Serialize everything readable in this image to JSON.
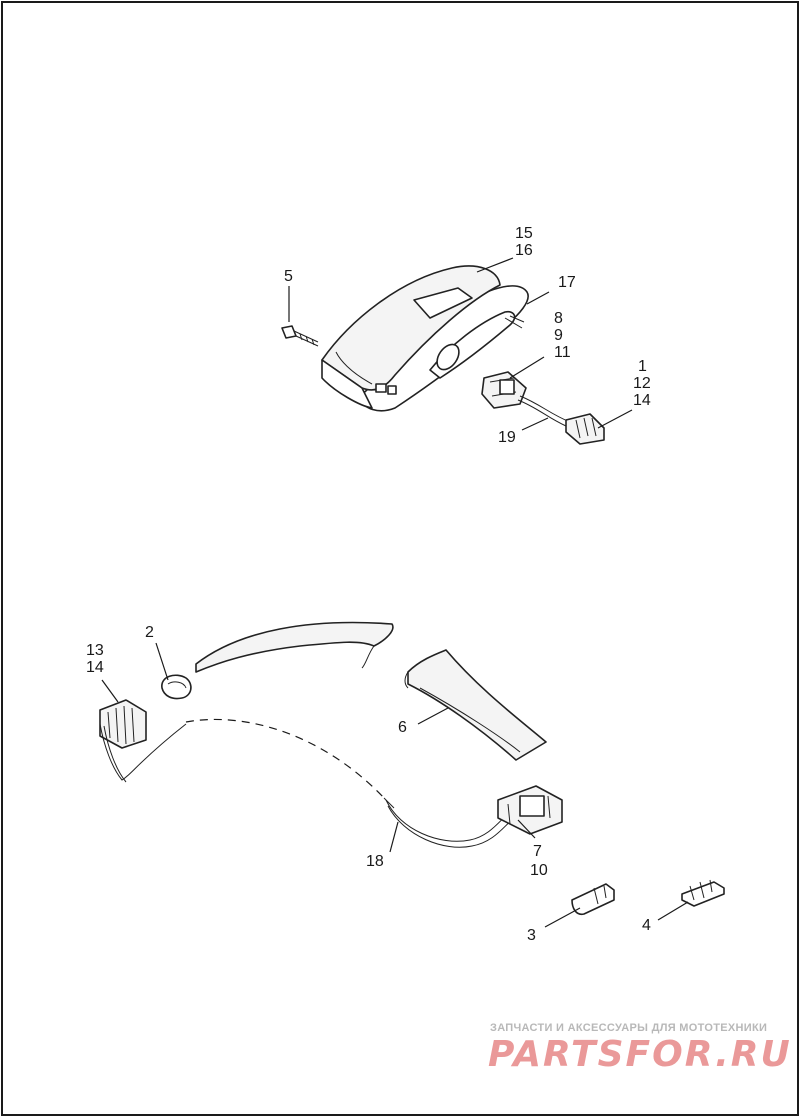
{
  "diagram": {
    "callouts": {
      "c15": "15",
      "c16": "16",
      "c5": "5",
      "c17": "17",
      "c8": "8",
      "c9": "9",
      "c11": "11",
      "c1": "1",
      "c12": "12",
      "c14a": "14",
      "c19": "19",
      "c2": "2",
      "c13": "13",
      "c14b": "14",
      "c6": "6",
      "c7": "7",
      "c10": "10",
      "c18": "18",
      "c3": "3",
      "c4": "4"
    }
  },
  "watermark": {
    "tagline": "ЗАПЧАСТИ И АКСЕССУАРЫ ДЛЯ МОТОТЕХНИКИ",
    "logo": "PARTSFOR.RU"
  }
}
